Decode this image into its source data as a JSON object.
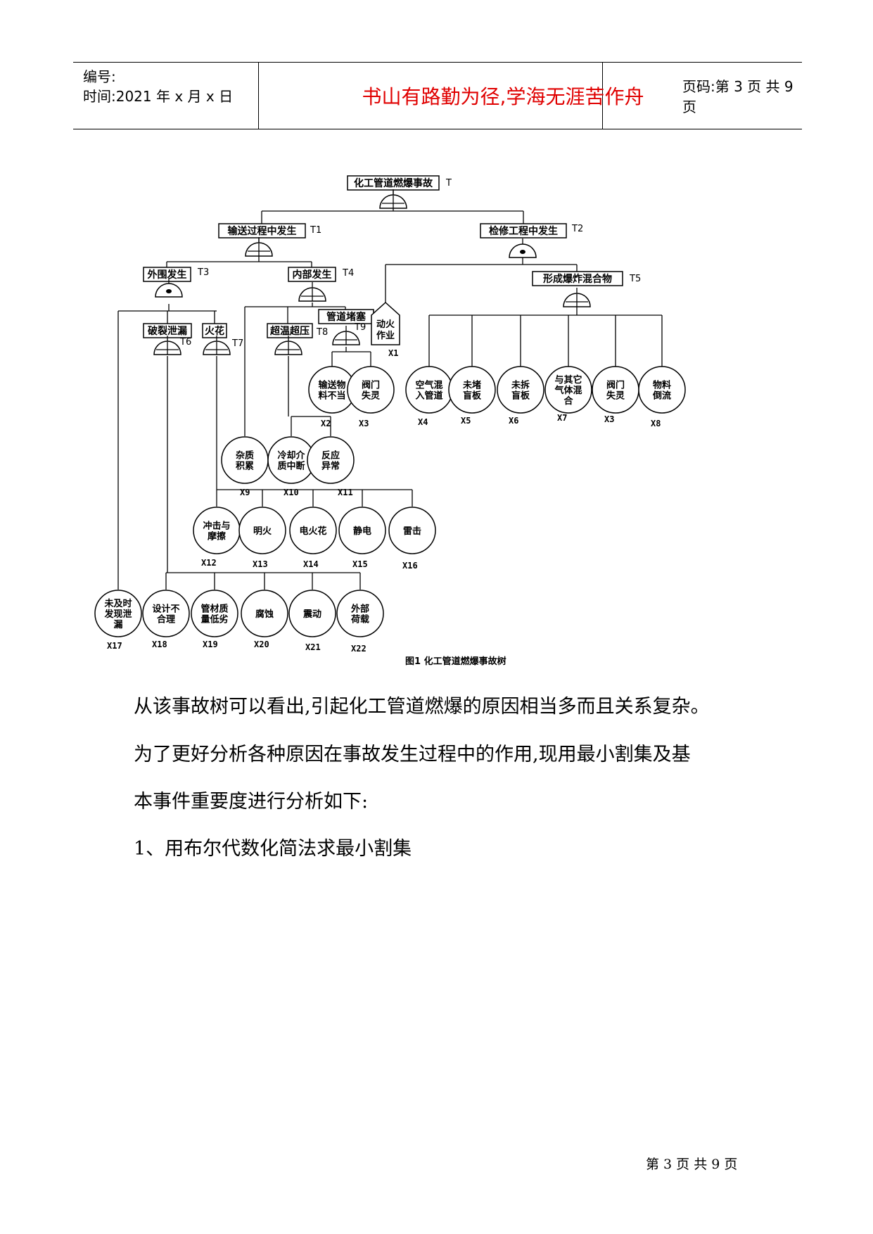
{
  "header": {
    "number_label": "编号:",
    "time_label": "时间:2021 年 x 月 x 日",
    "motto": "书山有路勤为径,学海无涯苦作舟",
    "page_code": "页码:第 3 页 共 9 页"
  },
  "figure": {
    "caption": "图1 化工管道燃爆事故树",
    "events": {
      "T": {
        "label": "化工管道燃爆事故",
        "tag": "T"
      },
      "T1": {
        "label": "输送过程中发生",
        "tag": "T1"
      },
      "T2": {
        "label": "检修工程中发生",
        "tag": "T2"
      },
      "T3": {
        "label": "外围发生",
        "tag": "T3"
      },
      "T4": {
        "label": "内部发生",
        "tag": "T4"
      },
      "T5": {
        "label": "形成爆炸混合物",
        "tag": "T5"
      },
      "T6": {
        "label": "破裂泄漏",
        "tag": "T6"
      },
      "T7": {
        "label": "火花",
        "tag": "T7"
      },
      "T8": {
        "label": "超温超压",
        "tag": "T8"
      },
      "T9": {
        "label": "管道堵塞",
        "tag": "T9"
      }
    },
    "house": {
      "line1": "动火",
      "line2": "作业",
      "id": "X1"
    },
    "basic_events": [
      {
        "key": "x2",
        "id": "X2",
        "lines": [
          "输送物",
          "料不当"
        ]
      },
      {
        "key": "x3a",
        "id": "X3",
        "lines": [
          "阀门",
          "失灵"
        ]
      },
      {
        "key": "x4",
        "id": "X4",
        "lines": [
          "空气混",
          "入管道"
        ]
      },
      {
        "key": "x5",
        "id": "X5",
        "lines": [
          "未堵",
          "盲板"
        ]
      },
      {
        "key": "x6",
        "id": "X6",
        "lines": [
          "未拆",
          "盲板"
        ]
      },
      {
        "key": "x7",
        "id": "X7",
        "lines": [
          "与其它",
          "气体混",
          "合"
        ]
      },
      {
        "key": "x3b",
        "id": "X3",
        "lines": [
          "阀门",
          "失灵"
        ]
      },
      {
        "key": "x8",
        "id": "X8",
        "lines": [
          "物料",
          "倒流"
        ]
      },
      {
        "key": "x9",
        "id": "X9",
        "lines": [
          "杂质",
          "积累"
        ]
      },
      {
        "key": "x10",
        "id": "X10",
        "lines": [
          "冷却介",
          "质中断"
        ]
      },
      {
        "key": "x11",
        "id": "X11",
        "lines": [
          "反应",
          "异常"
        ]
      },
      {
        "key": "x12",
        "id": "X12",
        "lines": [
          "冲击与",
          "摩擦"
        ]
      },
      {
        "key": "x13",
        "id": "X13",
        "lines": [
          "明火"
        ]
      },
      {
        "key": "x14",
        "id": "X14",
        "lines": [
          "电火花"
        ]
      },
      {
        "key": "x15",
        "id": "X15",
        "lines": [
          "静电"
        ]
      },
      {
        "key": "x16",
        "id": "X16",
        "lines": [
          "雷击"
        ]
      },
      {
        "key": "x17",
        "id": "X17",
        "lines": [
          "未及时",
          "发现泄",
          "漏"
        ]
      },
      {
        "key": "x18",
        "id": "X18",
        "lines": [
          "设计不",
          "合理"
        ]
      },
      {
        "key": "x19",
        "id": "X19",
        "lines": [
          "管材质",
          "量低劣"
        ]
      },
      {
        "key": "x20",
        "id": "X20",
        "lines": [
          "腐蚀"
        ]
      },
      {
        "key": "x21",
        "id": "X21",
        "lines": [
          "震动"
        ]
      },
      {
        "key": "x22",
        "id": "X22",
        "lines": [
          "外部",
          "荷载"
        ]
      }
    ]
  },
  "body": {
    "p1": "从该事故树可以看出,引起化工管道燃爆的原因相当多而且关系复杂。",
    "p2": "为了更好分析各种原因在事故发生过程中的作用,现用最小割集及基",
    "p3": "本事件重要度进行分析如下:",
    "p4": "1、用布尔代数化简法求最小割集"
  },
  "footer": {
    "text": "第 3 页 共 9 页"
  }
}
